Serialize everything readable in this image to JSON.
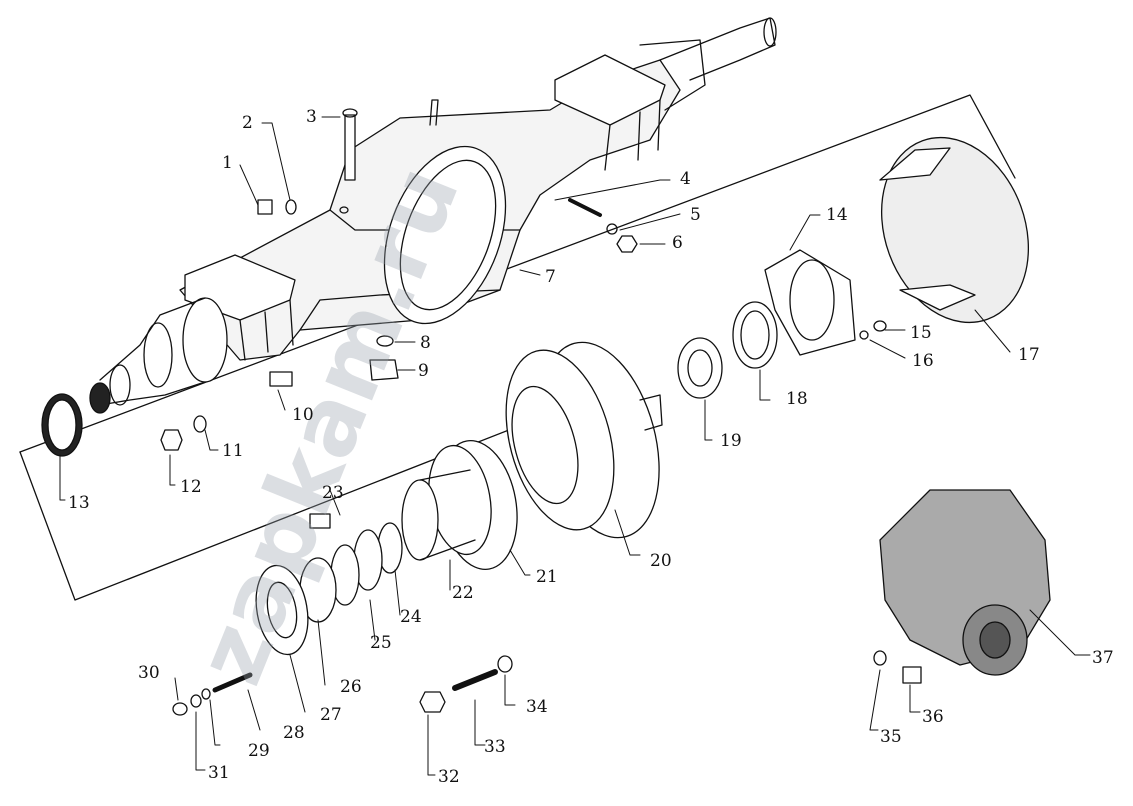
{
  "diagram": {
    "watermark": "zapkam.ru",
    "part_numbers": [
      "1",
      "2",
      "3",
      "4",
      "5",
      "6",
      "7",
      "8",
      "9",
      "10",
      "11",
      "12",
      "13",
      "14",
      "15",
      "16",
      "17",
      "18",
      "19",
      "20",
      "21",
      "22",
      "23",
      "24",
      "25",
      "26",
      "27",
      "28",
      "29",
      "30",
      "31",
      "32",
      "33",
      "34",
      "35",
      "36",
      "37"
    ]
  }
}
